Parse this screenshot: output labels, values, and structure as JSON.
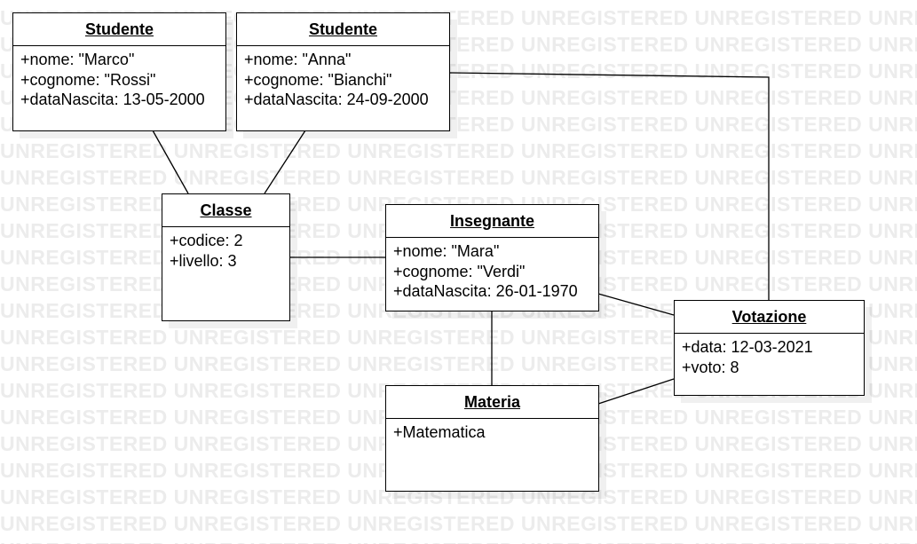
{
  "watermark": {
    "text": "UNREGISTERED"
  },
  "objects": {
    "studente1": {
      "title": "Studente",
      "attrs": [
        "+nome: \"Marco\"",
        "+cognome: \"Rossi\"",
        "+dataNascita: 13-05-2000"
      ]
    },
    "studente2": {
      "title": "Studente",
      "attrs": [
        "+nome: \"Anna\"",
        "+cognome: \"Bianchi\"",
        "+dataNascita: 24-09-2000"
      ]
    },
    "classe": {
      "title": "Classe",
      "attrs": [
        "+codice: 2",
        "+livello: 3"
      ]
    },
    "insegnante": {
      "title": "Insegnante",
      "attrs": [
        "+nome: \"Mara\"",
        "+cognome: \"Verdi\"",
        "+dataNascita: 26-01-1970"
      ]
    },
    "votazione": {
      "title": "Votazione",
      "attrs": [
        "+data: 12-03-2021",
        "+voto: 8"
      ]
    },
    "materia": {
      "title": "Materia",
      "attrs": [
        "+Matematica"
      ]
    }
  },
  "links": [
    {
      "from": "studente1",
      "to": "classe"
    },
    {
      "from": "studente2",
      "to": "classe"
    },
    {
      "from": "classe",
      "to": "insegnante"
    },
    {
      "from": "studente2",
      "to": "votazione"
    },
    {
      "from": "insegnante",
      "to": "votazione"
    },
    {
      "from": "insegnante",
      "to": "materia"
    },
    {
      "from": "materia",
      "to": "votazione"
    }
  ]
}
